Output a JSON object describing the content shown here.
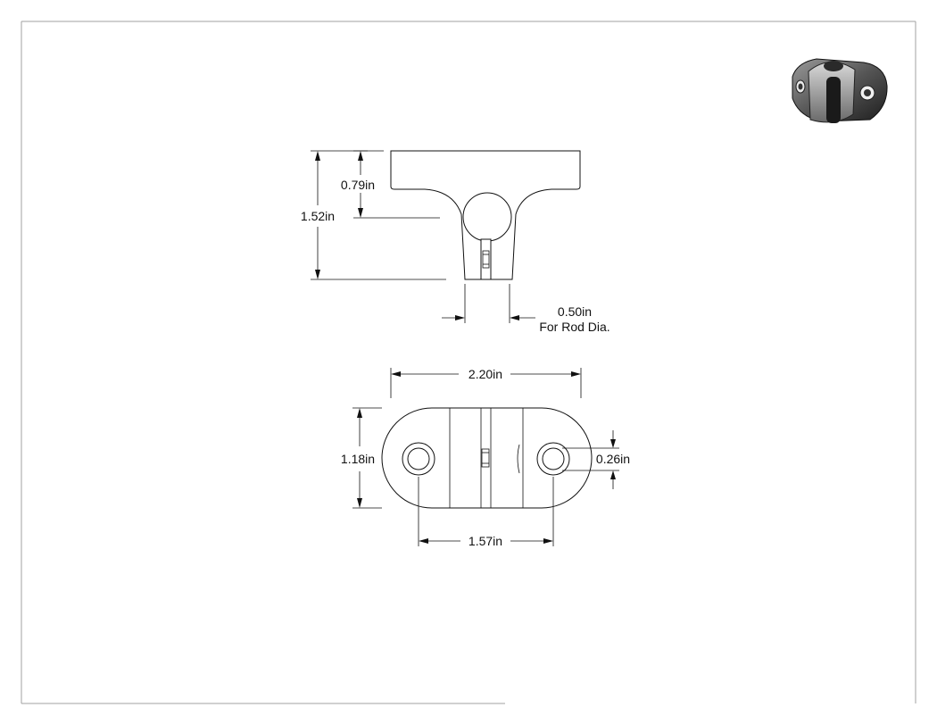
{
  "drawing": {
    "colors": {
      "line": "#111111",
      "paper": "#ffffff",
      "frame": "#a0a0a0"
    },
    "front_view": {
      "dim_height_upper": "0.79in",
      "dim_height_total": "1.52in",
      "dim_rod": "0.50in",
      "dim_rod_note": "For Rod Dia."
    },
    "top_view": {
      "dim_length": "2.20in",
      "dim_width": "1.18in",
      "dim_hole": "0.26in",
      "dim_hole_spacing": "1.57in"
    },
    "iso_preview_icon": "clamp-isometric-icon"
  }
}
